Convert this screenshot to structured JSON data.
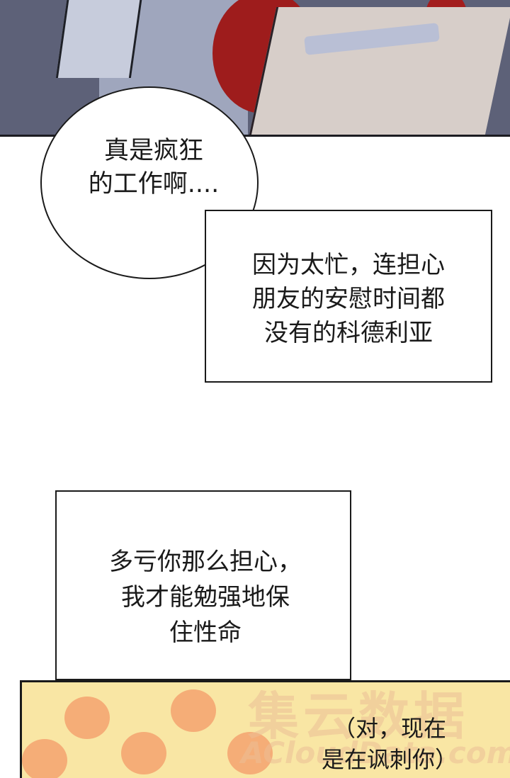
{
  "panels": {
    "bubble_text": "真是疯狂\n的工作啊....",
    "box1_text": "因为太忙，连担心\n朋友的安慰时间都\n没有的科德利亚",
    "box2_text": "多亏你那么担心，\n我才能勉强地保\n住性命",
    "box3_text": "（对，现在\n是在讽刺你）"
  },
  "watermark": {
    "main": "集云数据",
    "sub": "ACloudData.com"
  },
  "colors": {
    "top_panel": "#5d6178",
    "hair": "#9e1c1c",
    "bottom_panel": "#f9e6a4",
    "dots": "#f4a270"
  }
}
